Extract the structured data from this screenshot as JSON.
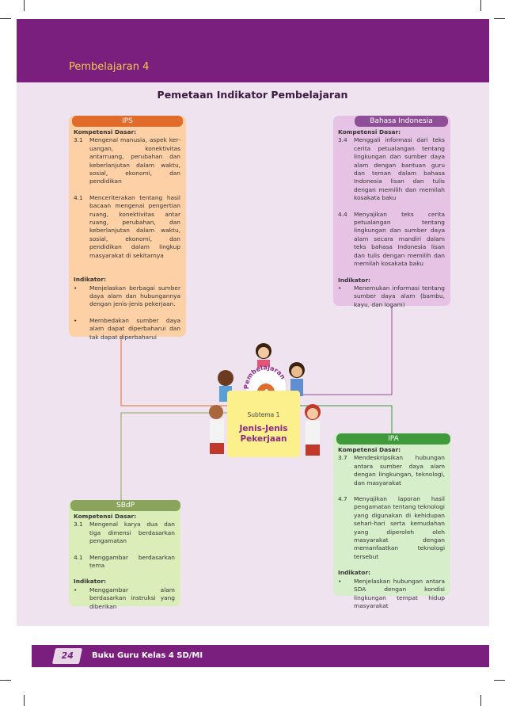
{
  "page_header": {
    "lesson": "Pembelajaran 4"
  },
  "map_title": "Pemetaan Indikator Pembelajaran",
  "center": {
    "arc_label": "Pembelajaran",
    "number": "4",
    "subtheme_label": "Subtema 1",
    "subtheme_title_line1": "Jenis-Jenis",
    "subtheme_title_line2": "Pekerjaan"
  },
  "ips": {
    "subject": "IPS",
    "kd_label": "Kompetensi Dasar:",
    "kd1_num": "3.1",
    "kd1_text": "Mengenal manusia, aspek ker­uangan, konektivitas antarruang, perubahan dan keberlanjutan dalam waktu, sosial, ekonomi, dan pendidikan",
    "kd2_num": "4.1",
    "kd2_text": "Menceriterakan tentang hasil bacaan mengenai pengertian ruang, konektivitas antar ruang, perubahan, dan keberlanjutan dalam waktu, sosial, ekonomi, dan pendidikan dalam lingkup masyarakat di sekitarnya",
    "ind_label": "Indikator:",
    "ind1": "Menjelaskan berbagai sumber daya alam dan hubungannya dengan jenis-jenis pekerjaan.",
    "ind2": "Membedakan sumber daya alam dapat diperbaharui dan tak dapat diperbaharui"
  },
  "bahasa": {
    "subject": "Bahasa Indonesia",
    "kd_label": "Kompetensi Dasar:",
    "kd1_num": "3.4",
    "kd1_text": "Menggali informasi dari teks cerita petualangan tentang lingkungan dan sumber daya alam dengan bantuan guru dan teman dalam bahasa Indonesia lisan dan tulis dengan memilih dan memilah kosakata baku",
    "kd2_num": "4.4",
    "kd2_text": "Menyajikan teks cerita petualangan tentang lingkungan dan sumber daya alam secara mandiri dalam teks bahasa Indonesia lisan dan tulis dengan memilih dan memilah kosakata baku",
    "ind_label": "Indikator:",
    "ind1": "Menemukan informasi tentang sumber daya alam (bambu, kayu, dan logam)"
  },
  "sbdp": {
    "subject": "SBdP",
    "kd_label": "Kompetensi Dasar:",
    "kd1_num": "3.1",
    "kd1_text": "Mengenal karya dua dan tiga dimensi berdasarkan pengamatan",
    "kd2_num": "4.1",
    "kd2_text": "Menggambar berdasarkan tema",
    "ind_label": "Indikator:",
    "ind1": "Menggambar alam berdasarkan instruksi yang diberikan"
  },
  "ipa": {
    "subject": "IPA",
    "kd_label": "Kompetensi Dasar:",
    "kd1_num": "3.7",
    "kd1_text": "Mendeskripsikan hubungan antara sumber daya alam dengan lingkungan, teknologi, dan masya­rakat",
    "kd2_num": "4.7",
    "kd2_text": "Menyajikan laporan hasil penga­matan tentang teknologi yang digunakan di kehidupan sehari-hari serta kemudahan yang diperoleh oleh masyarakat dengan memanfaatkan teknologi tersebut",
    "ind_label": "Indikator:",
    "ind1": "Menjelaskan hubungan antara SDA dengan kondisi lingkungan tempat hidup masyarakat"
  },
  "footer": {
    "page_number": "24",
    "book_title": "Buku Guru Kelas 4 SD/MI"
  },
  "colors": {
    "purple": "#7a1f7e",
    "ips": "#e16b2a",
    "bahasa": "#8f4f96",
    "sbdp": "#8aa55b",
    "ipa": "#3e9a3a"
  }
}
